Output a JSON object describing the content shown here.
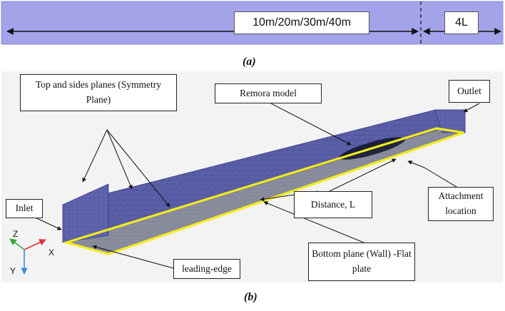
{
  "panel_a": {
    "length_label": "10m/20m/30m/40m",
    "outlet_label": "4L",
    "caption": "(a)"
  },
  "panel_b": {
    "caption": "(b)",
    "callouts": {
      "symmetry_planes": "Top and sides planes (Symmetry Plane)",
      "remora_model": "Remora model",
      "outlet": "Outlet",
      "inlet": "Inlet",
      "distance": "Distance, L",
      "attachment": "Attachment location",
      "leading_edge": "leading-edge",
      "bottom_plane": "Bottom plane (Wall) -Flat plate"
    },
    "axes": {
      "z": "Z",
      "x": "X",
      "y": "Y"
    }
  },
  "colors": {
    "domain_band": "#a3a3ea",
    "mesh_blue": "#5b5fa8",
    "plate_outline": "#f2ec1c",
    "axis_x": "#e03030",
    "axis_y": "#3a8fd8",
    "axis_z": "#3aa83a"
  }
}
